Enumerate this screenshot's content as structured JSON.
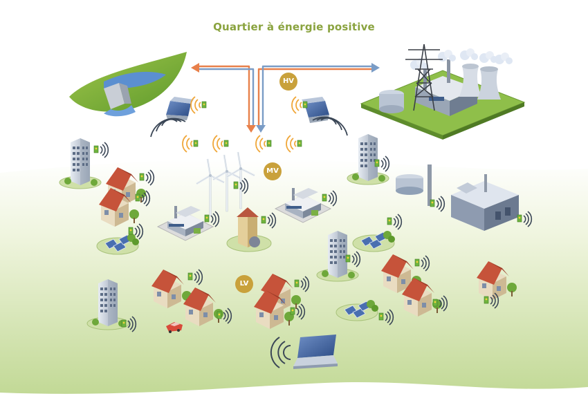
{
  "title": "Quartier à énergie positive",
  "voltage_levels": {
    "high": "HV",
    "medium": "MV",
    "low": "LV"
  },
  "colors": {
    "title": "#8aa33f",
    "badge": "#c9a13b",
    "arrow_orange": "#e8804a",
    "arrow_blue": "#7a9cc6",
    "ground_green": "#c9dea0",
    "wave_orange": "#f0a83c"
  },
  "icons": [
    "hydro-dam-icon",
    "power-plant-icon",
    "pylon-icon",
    "wind-turbine-icon",
    "tower-building-icon",
    "house-icon",
    "factory-icon",
    "solar-panel-icon",
    "laptop-icon",
    "electric-car-icon",
    "smart-meter-icon",
    "wireless-signal-icon"
  ]
}
